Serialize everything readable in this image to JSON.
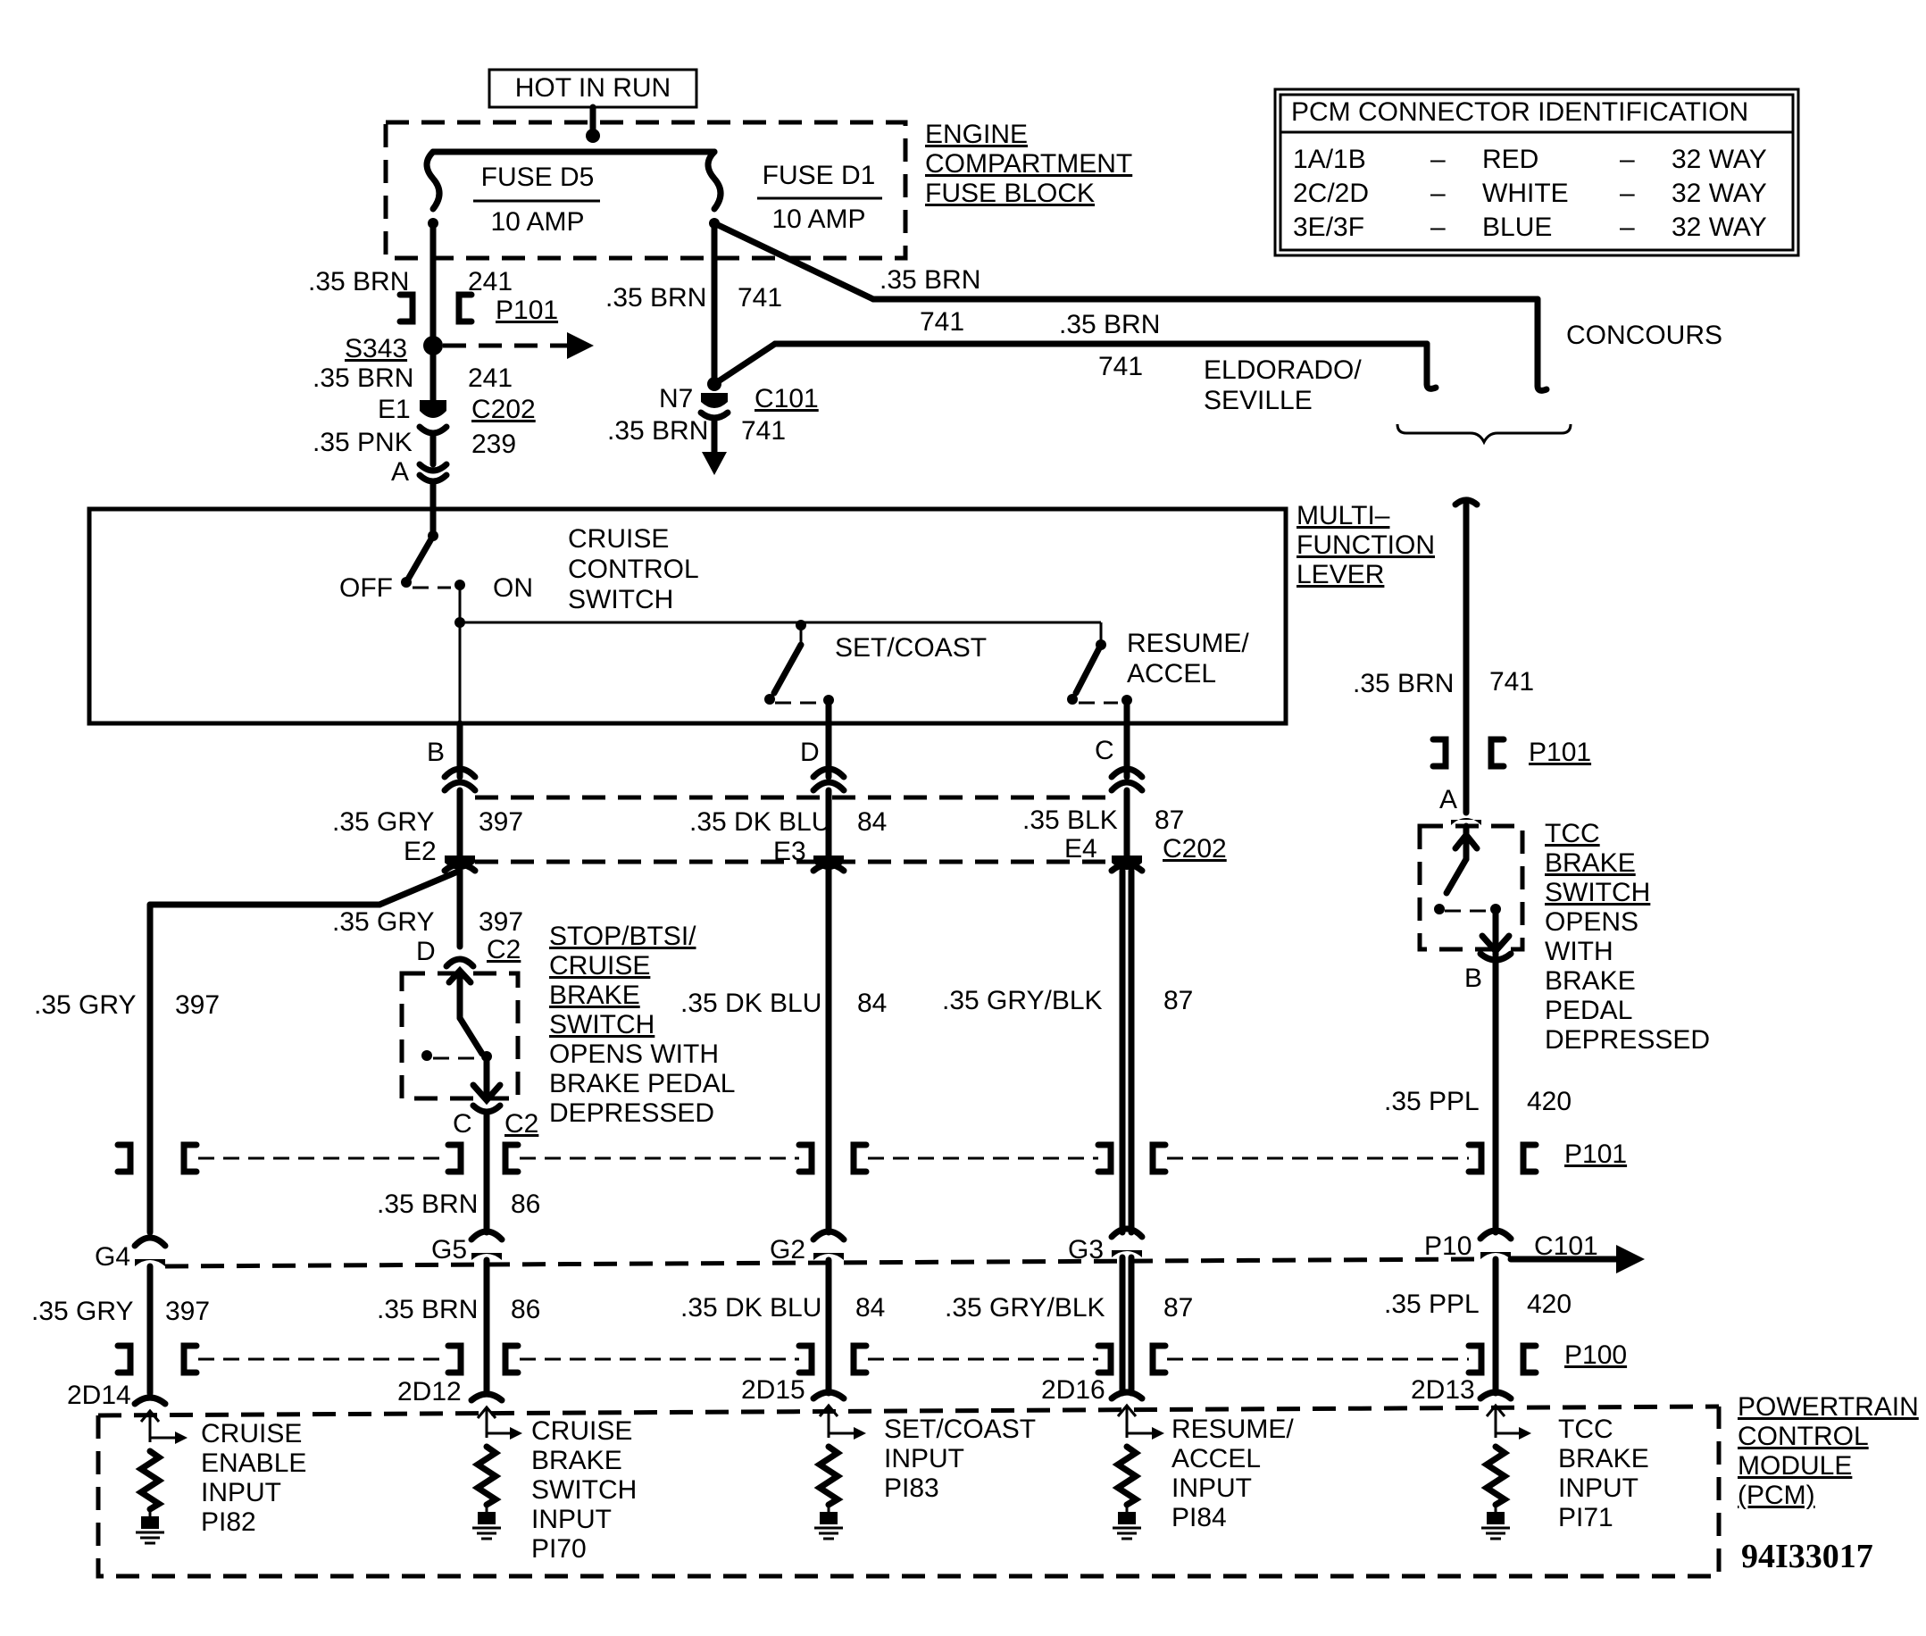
{
  "diagram": {
    "figure_id": "94I33017",
    "hot_in_run": "HOT IN RUN",
    "fuse_block": {
      "title_lines": [
        "ENGINE",
        "COMPARTMENT",
        "FUSE BLOCK"
      ],
      "fuse_d5": {
        "name": "FUSE D5",
        "rating": "10 AMP"
      },
      "fuse_d1": {
        "name": "FUSE D1",
        "rating": "10 AMP"
      }
    },
    "pcm_table": {
      "title": "PCM CONNECTOR IDENTIFICATION",
      "rows": [
        {
          "pins": "1A/1B",
          "color": "RED",
          "size": "32 WAY"
        },
        {
          "pins": "2C/2D",
          "color": "WHITE",
          "size": "32 WAY"
        },
        {
          "pins": "3E/3F",
          "color": "BLUE",
          "size": "32 WAY"
        }
      ],
      "dash": "–"
    },
    "wires": {
      "brn_035": ".35 BRN",
      "pnk_035": ".35 PNK",
      "gry_035": ".35 GRY",
      "dkblu_035": ".35 DK BLU",
      "blk_035": ".35 BLK",
      "gryblk_035": ".35 GRY/BLK",
      "ppl_035": ".35 PPL",
      "c241": "241",
      "c239": "239",
      "c741": "741",
      "c397": "397",
      "c84": "84",
      "c87": "87",
      "c86": "86",
      "c420": "420"
    },
    "connectors": {
      "p101": "P101",
      "p100": "P100",
      "c101": "C101",
      "c202": "C202",
      "c2": "C2",
      "s343": "S343"
    },
    "pins": {
      "e1": "E1",
      "e2": "E2",
      "e3": "E3",
      "e4": "E4",
      "a": "A",
      "b": "B",
      "c": "C",
      "d": "D",
      "n7": "N7",
      "p10": "P10",
      "g2": "G2",
      "g3": "G3",
      "g4": "G4",
      "g5": "G5",
      "d14": "2D14",
      "d12": "2D12",
      "d15": "2D15",
      "d16": "2D16",
      "d13": "2D13"
    },
    "variants": {
      "concours": "CONCOURS",
      "eldorado_lines": [
        "ELDORADO/",
        "SEVILLE"
      ]
    },
    "multifunction_lever": {
      "title_lines": [
        "MULTI–",
        "FUNCTION",
        "LEVER"
      ],
      "cruise_switch_lines": [
        "CRUISE",
        "CONTROL",
        "SWITCH"
      ],
      "off": "OFF",
      "on": "ON",
      "set_coast": "SET/COAST",
      "resume_lines": [
        "RESUME/",
        "ACCEL"
      ]
    },
    "stop_switch": {
      "title_lines": [
        "STOP/BTSI/",
        "CRUISE",
        "BRAKE",
        "SWITCH"
      ],
      "note_lines": [
        "OPENS WITH",
        "BRAKE PEDAL",
        "DEPRESSED"
      ]
    },
    "tcc_switch": {
      "title_lines": [
        "TCC",
        "BRAKE",
        "SWITCH"
      ],
      "note_lines": [
        "OPENS",
        "WITH",
        "BRAKE",
        "PEDAL",
        "DEPRESSED"
      ]
    },
    "pcm": {
      "title_lines": [
        "POWERTRAIN",
        "CONTROL",
        "MODULE",
        "(PCM)"
      ],
      "inputs": [
        {
          "lines": [
            "CRUISE",
            "ENABLE",
            "INPUT",
            "PI82"
          ]
        },
        {
          "lines": [
            "CRUISE",
            "BRAKE",
            "SWITCH",
            "INPUT",
            "PI70"
          ]
        },
        {
          "lines": [
            "SET/COAST",
            "INPUT",
            "PI83"
          ]
        },
        {
          "lines": [
            "RESUME/",
            "ACCEL",
            "INPUT",
            "PI84"
          ]
        },
        {
          "lines": [
            "TCC",
            "BRAKE",
            "INPUT",
            "PI71"
          ]
        }
      ]
    }
  }
}
